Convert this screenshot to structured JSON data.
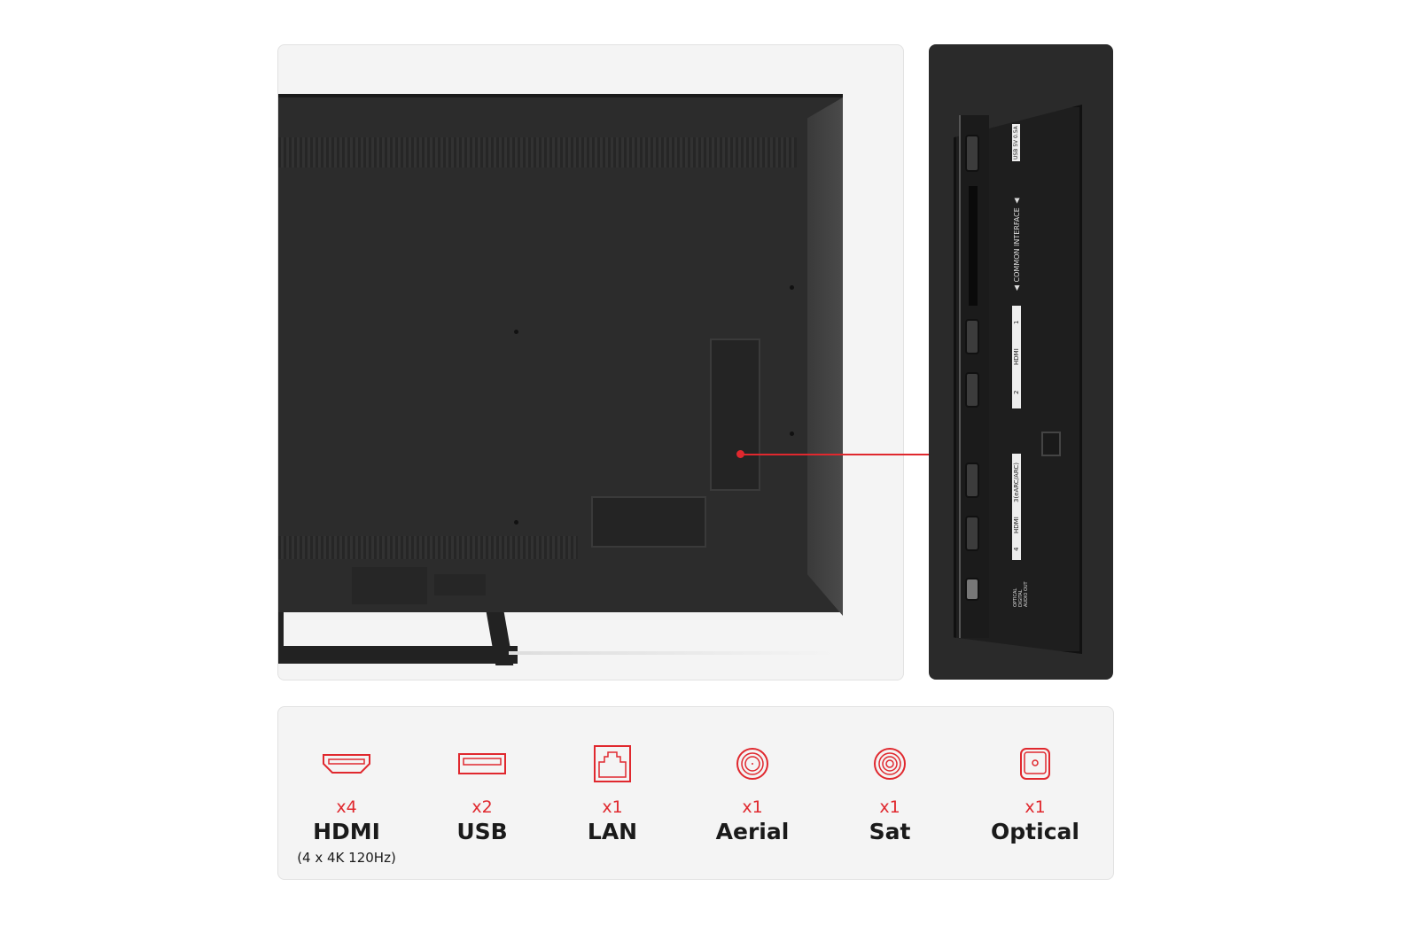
{
  "rear_panel_labels": {
    "usb": "USB 5V 0.5A",
    "common_interface": "▲ COMMON INTERFACE ▲",
    "hdmi_group1": "HDMI",
    "hdmi_1": "1",
    "hdmi_2": "2",
    "hdmi_group2": "HDMI",
    "hdmi_3": "3(eARC/ARC)",
    "hdmi_4": "4",
    "optical": "OPTICAL DIGITAL AUDIO OUT"
  },
  "accent_color": "#e0282e",
  "connections": [
    {
      "icon": "hdmi-icon",
      "count": "x4",
      "name": "HDMI",
      "sub": "(4 x 4K 120Hz)"
    },
    {
      "icon": "usb-icon",
      "count": "x2",
      "name": "USB"
    },
    {
      "icon": "lan-icon",
      "count": "x1",
      "name": "LAN"
    },
    {
      "icon": "aerial-icon",
      "count": "x1",
      "name": "Aerial"
    },
    {
      "icon": "sat-icon",
      "count": "x1",
      "name": "Sat"
    },
    {
      "icon": "optical-icon",
      "count": "x1",
      "name": "Optical"
    }
  ]
}
